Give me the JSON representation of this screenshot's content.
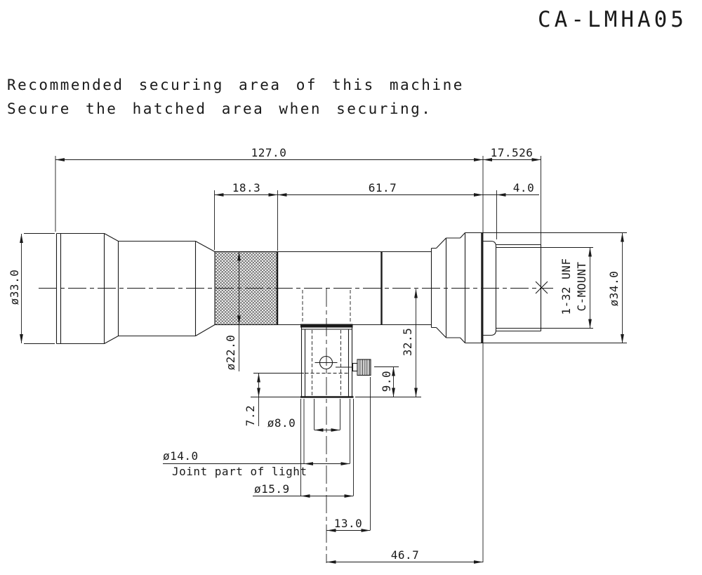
{
  "title": "CA-LMHA05",
  "description": {
    "line1": "Recommended securing area of this machine",
    "line2": "Secure the hatched area when securing."
  },
  "dims": {
    "overall_length": "127.0",
    "rear_length": "17.526",
    "knurl_width": "18.3",
    "mid_length": "61.7",
    "ring_width": "4.0",
    "front_dia": "ø33.0",
    "knurl_dia": "ø22.0",
    "port_depth_from_axis": "32.5",
    "screw_to_bottom": "9.0",
    "hole_depth": "7.2",
    "hole_dia": "ø8.0",
    "joint_dia": "ø14.0",
    "joint_note": "Joint part of light",
    "port_dia": "ø15.9",
    "knob_offset": "13.0",
    "port_to_flange": "46.7",
    "thread_spec": "1-32 UNF",
    "thread_name": "C-MOUNT",
    "flange_dia": "ø34.0"
  },
  "colors": {
    "line": "#1a1a1a",
    "background": "#ffffff"
  }
}
